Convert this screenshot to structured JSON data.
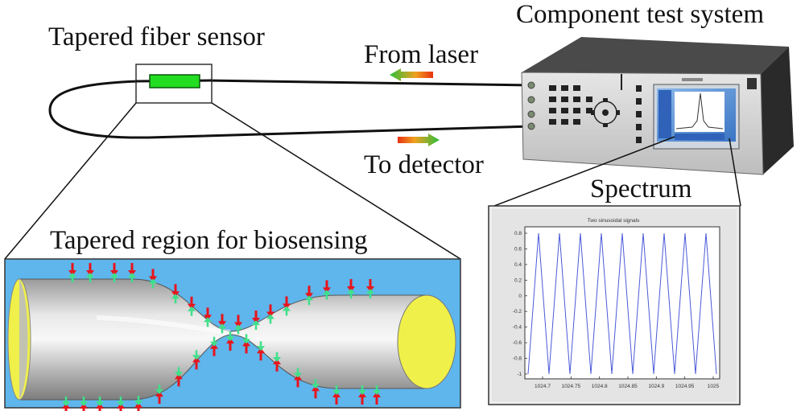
{
  "labels": {
    "tapered_fiber_sensor": "Tapered fiber sensor",
    "from_laser": "From laser",
    "to_detector": "To detector",
    "component_test_system": "Component test system",
    "spectrum": "Spectrum",
    "tapered_region": "Tapered region for biosensing"
  },
  "spectrum_plot": {
    "title": "Two sinusoidal signals",
    "y_ticks": [
      "0.8",
      "0.6",
      "0.4",
      "0.2",
      "0",
      "-0.2",
      "-0.4",
      "-0.6",
      "-0.8",
      "-1"
    ],
    "x_ticks": [
      "1024.7",
      "1024.75",
      "1024.8",
      "1024.85",
      "1024.9",
      "1024.95",
      "1025"
    ]
  },
  "colors": {
    "sensor_green": "#22dd22",
    "cylinder_end": "#f0f04a",
    "background_blue": "#5eb6ec",
    "arrow_red": "#e8141c",
    "arrow_green": "#3fe08a",
    "spectrum_line": "#4a5ad8"
  }
}
